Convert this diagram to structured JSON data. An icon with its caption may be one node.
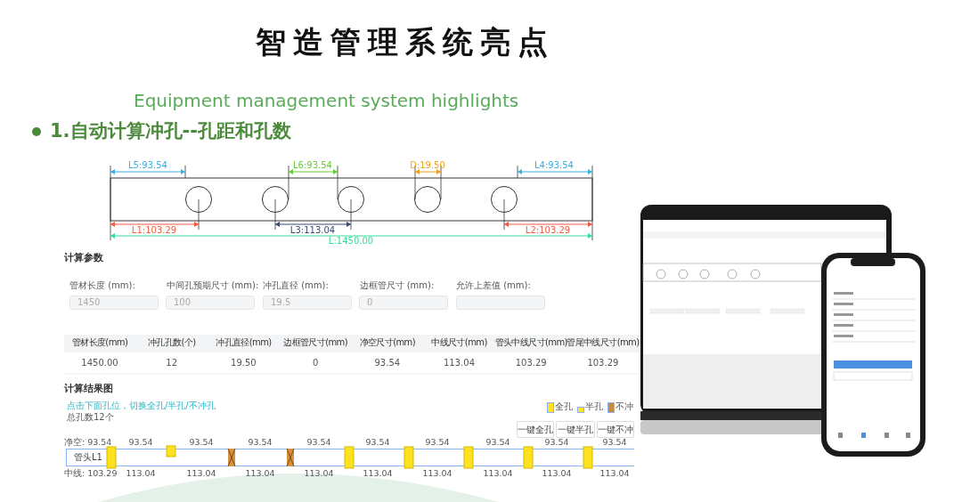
{
  "diagram": {
    "title": "智造管理系统亮点",
    "nodes": [
      {
        "text": [
          "1450"
        ]
      },
      {
        "text": [
          "100"
        ]
      },
      {
        "text": [
          "19.5"
        ]
      },
      {
        "text": [
          "0"
        ]
      },
      {
        "text": [],
        "shape": "box"
      },
      {
        "text": [
          "一键全孔"
        ]
      },
      {
        "text": [
          "一键半孔"
        ]
      },
      {
        "text": [
          "一键不冲"
        ]
      },
      {
        "text": [
          "管头L1"
        ]
      }
    ],
    "labels": [
      "Equipment management system highlights",
      "1.自动计算冲孔--孔距和孔数",
      "L5:93.54",
      "L6:93.54",
      "D:19.50",
      "L4:93.54",
      "L1:103.29",
      "L3:113.04",
      "L2:103.29",
      "L:1450.00",
      "计算参数",
      "管材长度 (mm):",
      "中间孔预期尺寸 (mm):",
      "冲孔直径 (mm):",
      "边框管尺寸 (mm):",
      "允许上差值 (mm):",
      "管材长度(mm)",
      "冲孔孔数(个)",
      "冲孔直径(mm)",
      "边框管尺寸(mm)",
      "净空尺寸(mm)",
      "中线尺寸(mm)",
      "管头中线尺寸(mm)",
      "管尾中线尺寸(mm)",
      "1450.00",
      "12",
      "19.50",
      "0",
      "93.54",
      "113.04",
      "103.29",
      "103.29",
      "计算结果图",
      "点击下面孔位，切换全孔/半孔/不冲孔",
      "总孔数12个",
      "净空: 93.54",
      "93.54",
      "93.54",
      "93.54",
      "93.54",
      "93.54",
      "93.54",
      "93.54",
      "93.54",
      "93.54",
      "中线: 103.29",
      "113.04",
      "113.04",
      "113.04",
      "113.04",
      "113.04",
      "113.04",
      "113.04",
      "113.04",
      "113.04"
    ],
    "legend": [
      {
        "text": "全孔",
        "color": "#ffe21f"
      },
      {
        "text": "半孔",
        "color": "#ffe21f"
      },
      {
        "text": "不冲",
        "color": "#c98a3a"
      }
    ]
  }
}
